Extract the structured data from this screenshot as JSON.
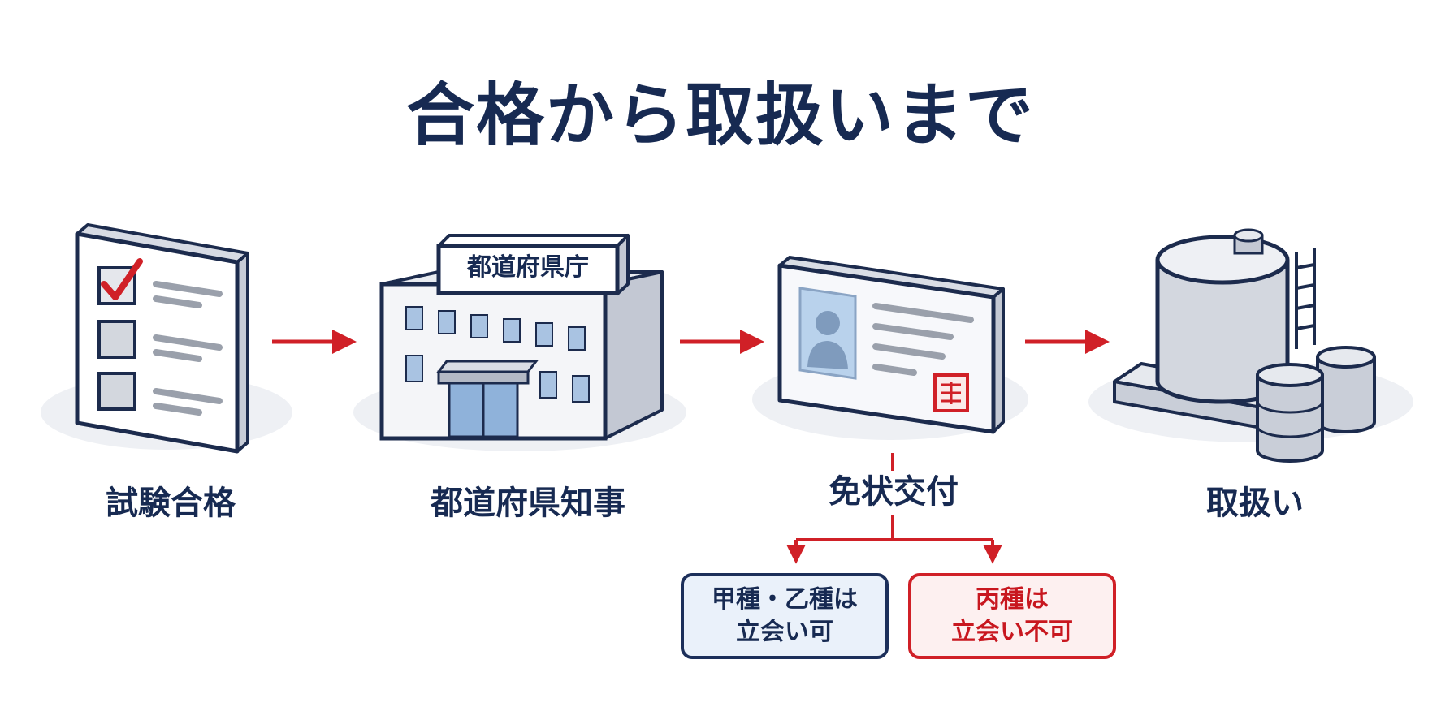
{
  "title": "合格から取扱いまで",
  "steps": [
    {
      "label": "試験合格",
      "icon": "checklist-icon"
    },
    {
      "label": "都道府県知事",
      "icon": "government-building-icon",
      "sign": "都道府県庁"
    },
    {
      "label": "免状交付",
      "icon": "license-card-icon"
    },
    {
      "label": "取扱い",
      "icon": "storage-tank-icon"
    }
  ],
  "branches": [
    {
      "line1": "甲種・乙種は",
      "line2": "立会い可"
    },
    {
      "line1": "丙種は",
      "line2": "立会い不可"
    }
  ],
  "colors": {
    "navy": "#172a52",
    "red": "#d02027",
    "light_blue": "#eaf1fa",
    "light_red": "#fdf0f0"
  }
}
